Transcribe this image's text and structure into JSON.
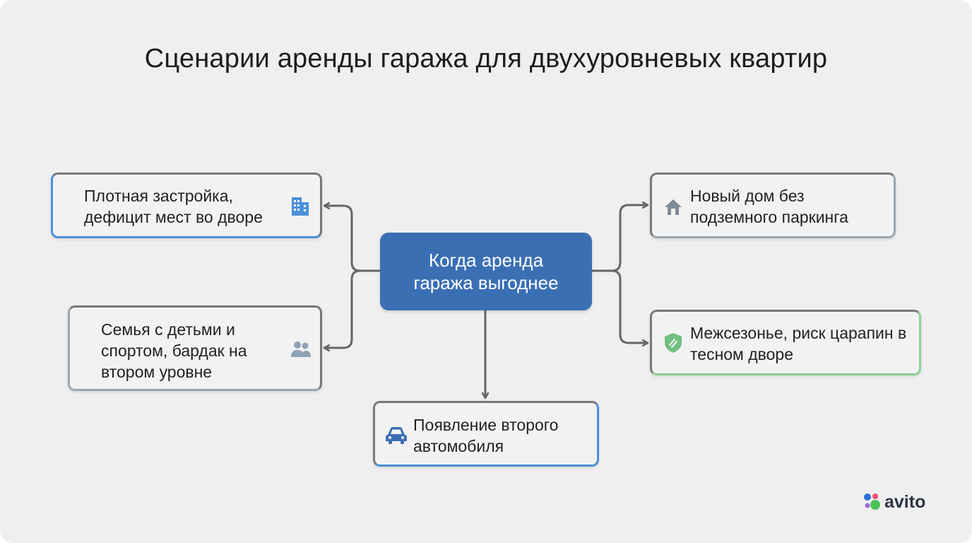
{
  "title": "Сценарии аренды гаража для двухуровневых квартир",
  "center": {
    "label": "Когда аренда гаража выгоднее"
  },
  "nodes": {
    "dense_building": {
      "label": "Плотная застройка, дефицит мест во дворе",
      "icon": "building-icon",
      "accent": "#4a90d9"
    },
    "family": {
      "label": "Семья с детьми и спортом, бардак на втором уровне",
      "icon": "people-icon",
      "accent": "#9aa6b0"
    },
    "new_house": {
      "label": "Новый дом без подземного паркинга",
      "icon": "house-icon",
      "accent": "#9aa6b0"
    },
    "offseason": {
      "label": "Межсезонье, риск царапин в тесном дворе",
      "icon": "shield-icon",
      "accent": "#8fcf95"
    },
    "second_car": {
      "label": "Появление второго автомобиля",
      "icon": "car-icon",
      "accent": "#4a90d9"
    }
  },
  "logo": {
    "text": "avito"
  },
  "colors": {
    "center_fill": "#3a6fb4",
    "connector": "#666666",
    "background": "#efefef"
  }
}
